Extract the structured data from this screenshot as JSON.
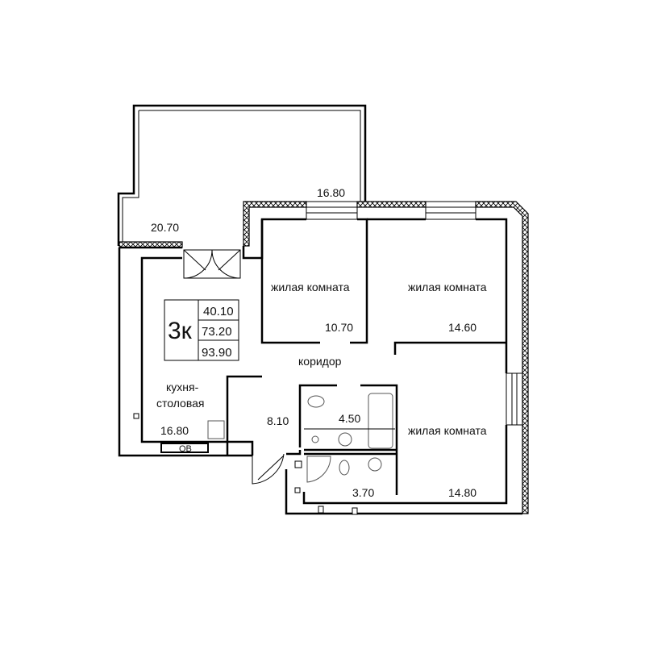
{
  "plan": {
    "apartment_type": "3к",
    "areas_summary": [
      "40.10",
      "73.20",
      "93.90"
    ],
    "rooms": [
      {
        "name": "",
        "area": "16.80"
      },
      {
        "name": "",
        "area": "20.70"
      },
      {
        "name": "жилая комната",
        "area": "10.70"
      },
      {
        "name": "жилая комната",
        "area": "14.60"
      },
      {
        "name": "коридор",
        "area": ""
      },
      {
        "name": "кухня-",
        "name2": "столовая",
        "area": "16.80"
      },
      {
        "name": "",
        "area": "8.10"
      },
      {
        "name": "",
        "area": "4.50"
      },
      {
        "name": "",
        "area": "3.70"
      },
      {
        "name": "жилая комната",
        "area": "14.80"
      }
    ],
    "ov_label": "ОВ"
  }
}
